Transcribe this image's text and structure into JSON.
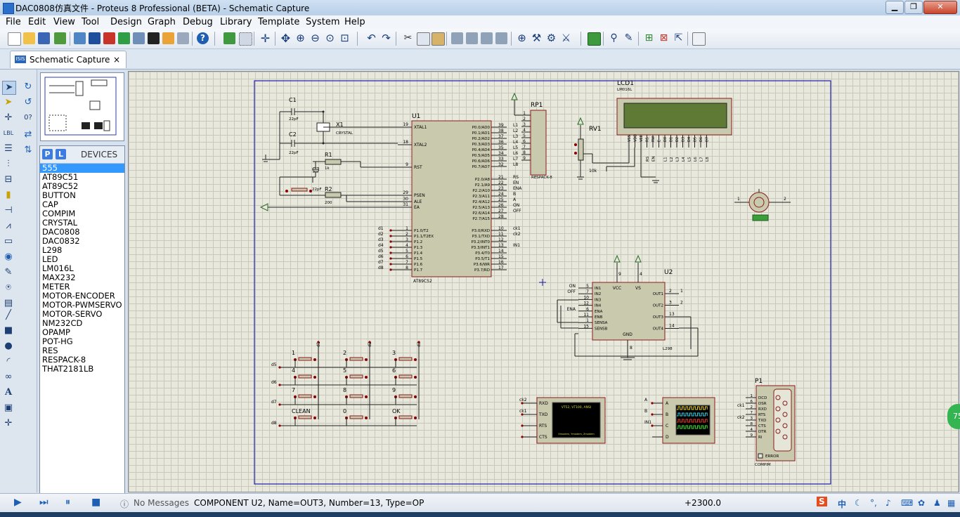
{
  "window": {
    "title": "DAC0808仿真文件 - Proteus 8 Professional (BETA) - Schematic Capture"
  },
  "menu": [
    "File",
    "Edit",
    "View",
    "Tool",
    "Design",
    "Graph",
    "Debug",
    "Library",
    "Template",
    "System",
    "Help"
  ],
  "tab": {
    "label": "Schematic Capture",
    "close": "×"
  },
  "selector": {
    "p_label": "P",
    "l_label": "L",
    "devices_label": "DEVICES",
    "devices": [
      "555",
      "AT89C51",
      "AT89C52",
      "BUTTON",
      "CAP",
      "COMPIM",
      "CRYSTAL",
      "DAC0808",
      "DAC0832",
      "L298",
      "LED",
      "LM016L",
      "MAX232",
      "METER",
      "MOTOR-ENCODER",
      "MOTOR-PWMSERVO",
      "MOTOR-SERVO",
      "NM232CD",
      "OPAMP",
      "POT-HG",
      "RES",
      "RESPACK-8",
      "THAT2181LB"
    ],
    "selected_index": 0
  },
  "status": {
    "messages": "No Messages",
    "info": "COMPONENT U2, Name=OUT3, Number=13, Type=OP",
    "coord": "+2300.0"
  },
  "fab_text": "75",
  "schematic": {
    "u1": {
      "ref": "U1",
      "name": "AT89C52",
      "left_pins": [
        [
          "19",
          "XTAL1"
        ],
        [
          "18",
          "XTAL2"
        ],
        [
          "9",
          "RST"
        ],
        [
          "29",
          "PSEN"
        ],
        [
          "30",
          "ALE"
        ],
        [
          "31",
          "EA"
        ]
      ],
      "p1_pins": [
        [
          "1",
          "P1.0/T2"
        ],
        [
          "2",
          "P1.1/T2EX"
        ],
        [
          "3",
          "P1.2"
        ],
        [
          "4",
          "P1.3"
        ],
        [
          "5",
          "P1.4"
        ],
        [
          "6",
          "P1.5"
        ],
        [
          "7",
          "P1.6"
        ],
        [
          "8",
          "P1.7"
        ]
      ],
      "p1_nets": [
        "d1",
        "d2",
        "d3",
        "d4",
        "d5",
        "d6",
        "d7",
        "d8"
      ],
      "p0_pins": [
        [
          "39",
          "P0.0/AD0"
        ],
        [
          "38",
          "P0.1/AD1"
        ],
        [
          "37",
          "P0.2/AD2"
        ],
        [
          "36",
          "P0.3/AD3"
        ],
        [
          "35",
          "P0.4/AD4"
        ],
        [
          "34",
          "P0.5/AD5"
        ],
        [
          "33",
          "P0.6/AD6"
        ],
        [
          "32",
          "P0.7/AD7"
        ]
      ],
      "p0_nets": [
        "L1",
        "L2",
        "L3",
        "L4",
        "L5",
        "L6",
        "L7",
        "L8"
      ],
      "p2_pins": [
        [
          "21",
          "P2.0/A8"
        ],
        [
          "22",
          "P2.1/A9"
        ],
        [
          "23",
          "P2.2/A10"
        ],
        [
          "24",
          "P2.3/A11"
        ],
        [
          "25",
          "P2.4/A12"
        ],
        [
          "26",
          "P2.5/A13"
        ],
        [
          "27",
          "P2.6/A14"
        ],
        [
          "28",
          "P2.7/A15"
        ]
      ],
      "p2_nets": [
        "RS",
        "EN",
        "ENA",
        "B",
        "A",
        "ON",
        "OFF",
        ""
      ],
      "p3_pins": [
        [
          "10",
          "P3.0/RXD"
        ],
        [
          "11",
          "P3.1/TXD"
        ],
        [
          "12",
          "P3.2/INT0"
        ],
        [
          "13",
          "P3.3/INT1"
        ],
        [
          "14",
          "P3.4/T0"
        ],
        [
          "15",
          "P3.5/T1"
        ],
        [
          "16",
          "P3.6/WR"
        ],
        [
          "17",
          "P3.7/RD"
        ]
      ],
      "p3_nets": [
        "ck1",
        "ck2",
        "",
        "IN1",
        "",
        "",
        "",
        ""
      ]
    },
    "c1": {
      "ref": "C1",
      "val": "22pF"
    },
    "c2": {
      "ref": "C2",
      "val": "22pF"
    },
    "c3": {
      "ref": "C3",
      "val": "22pF"
    },
    "x1": {
      "ref": "X1",
      "val": "CRYSTAL"
    },
    "r1": {
      "ref": "R1",
      "val": "1k"
    },
    "r2": {
      "ref": "R2",
      "val": "200"
    },
    "rp1": {
      "ref": "RP1",
      "val": "RESPACK-8",
      "pins": [
        "1",
        "2",
        "3",
        "4",
        "5",
        "6",
        "7",
        "8",
        "9"
      ]
    },
    "rv1": {
      "ref": "RV1",
      "val": "10k"
    },
    "lcd1": {
      "ref": "LCD1",
      "val": "LM016L",
      "pins": [
        "VSS",
        "VDD",
        "VEE",
        "RS",
        "RW",
        "E",
        "D0",
        "D1",
        "D2",
        "D3",
        "D4",
        "D5",
        "D6",
        "D7"
      ],
      "nets": [
        "RS",
        "EN",
        "L1",
        "L2",
        "L3",
        "L4",
        "L5",
        "L6",
        "L7",
        "L8"
      ]
    },
    "motor": {
      "pins": [
        "1",
        "2"
      ]
    },
    "u2": {
      "ref": "U2",
      "name": "L298",
      "left": [
        [
          "5",
          "IN1",
          "ON"
        ],
        [
          "7",
          "IN2",
          "OFF"
        ],
        [
          "10",
          "IN3",
          ""
        ],
        [
          "12",
          "IN4",
          ""
        ],
        [
          "6",
          "ENA",
          "ENA"
        ],
        [
          "11",
          "ENB",
          ""
        ],
        [
          "1",
          "SENSA",
          ""
        ],
        [
          "15",
          "SENSB",
          ""
        ]
      ],
      "right": [
        [
          "2",
          "OUT1",
          "1"
        ],
        [
          "3",
          "OUT2",
          "2"
        ],
        [
          "13",
          "OUT3",
          ""
        ],
        [
          "14",
          "OUT4",
          ""
        ]
      ],
      "top": [
        [
          "9",
          "VCC"
        ],
        [
          "4",
          "VS"
        ]
      ],
      "bottom": [
        [
          "8",
          "GND"
        ]
      ]
    },
    "keys": {
      "labels": [
        "1",
        "2",
        "3",
        "4",
        "5",
        "6",
        "7",
        "8",
        "9",
        "CLEAN",
        "0",
        "OK"
      ],
      "row_nets": [
        "d5",
        "d6",
        "d7",
        "d8"
      ],
      "col_nets": [
        "d1",
        "d2",
        "d3"
      ]
    },
    "vterm": {
      "pins": [
        "RXD",
        "TXD",
        "RTS",
        "CTS"
      ],
      "nets": [
        "ck2",
        "ck1"
      ],
      "title": "VT52, VT100, ANSI",
      "status": "Xmodem, Ymodem, Zmodem"
    },
    "scope": {
      "pins": [
        "A",
        "B",
        "C",
        "D"
      ],
      "nets": [
        "A",
        "B",
        "IN1"
      ]
    },
    "p1": {
      "ref": "P1",
      "name": "COMPIM",
      "pins": [
        "DCD",
        "DSR",
        "RXD",
        "RTS",
        "TXD",
        "CTS",
        "DTR",
        "RI"
      ],
      "nums": [
        "1",
        "6",
        "2",
        "7",
        "3",
        "8",
        "4",
        "9"
      ],
      "nets": [
        "ck1",
        "ck2"
      ],
      "error": "ERROR"
    }
  }
}
